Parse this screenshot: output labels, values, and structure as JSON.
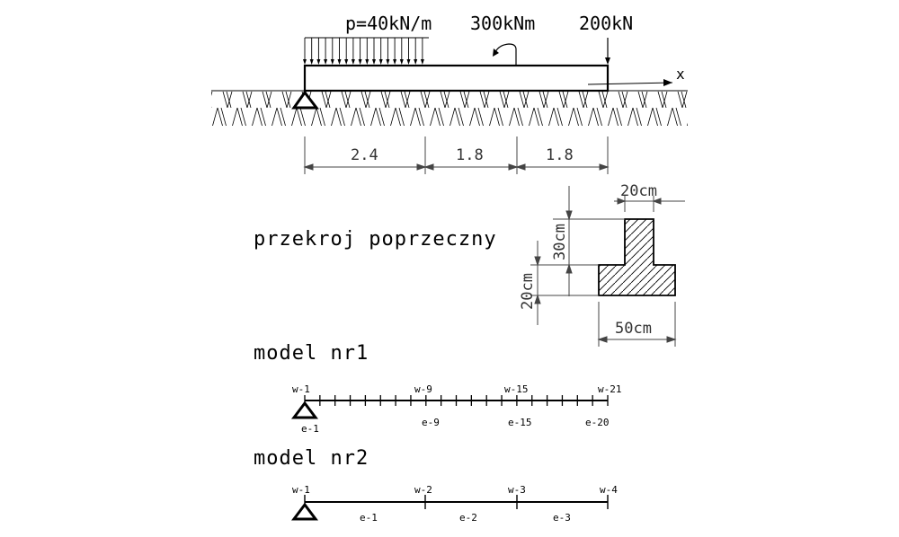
{
  "beam": {
    "load_distributed": "p=40kN/m",
    "load_moment": "300kNm",
    "load_force": "200kN",
    "axis_label": "x",
    "spans": [
      "2.4",
      "1.8",
      "1.8"
    ]
  },
  "section": {
    "title": "przekroj poprzeczny",
    "dim_top_width": "20cm",
    "dim_bottom_width": "50cm",
    "dim_web_height": "30cm",
    "dim_flange_height": "20cm"
  },
  "model1": {
    "title": "model nr1",
    "nodes": [
      "w-1",
      "w-9",
      "w-15",
      "w-21"
    ],
    "elements": [
      "e-1",
      "e-9",
      "e-15",
      "e-20"
    ]
  },
  "model2": {
    "title": "model nr2",
    "nodes": [
      "w-1",
      "w-2",
      "w-3",
      "w-4"
    ],
    "elements": [
      "e-1",
      "e-2",
      "e-3"
    ]
  }
}
